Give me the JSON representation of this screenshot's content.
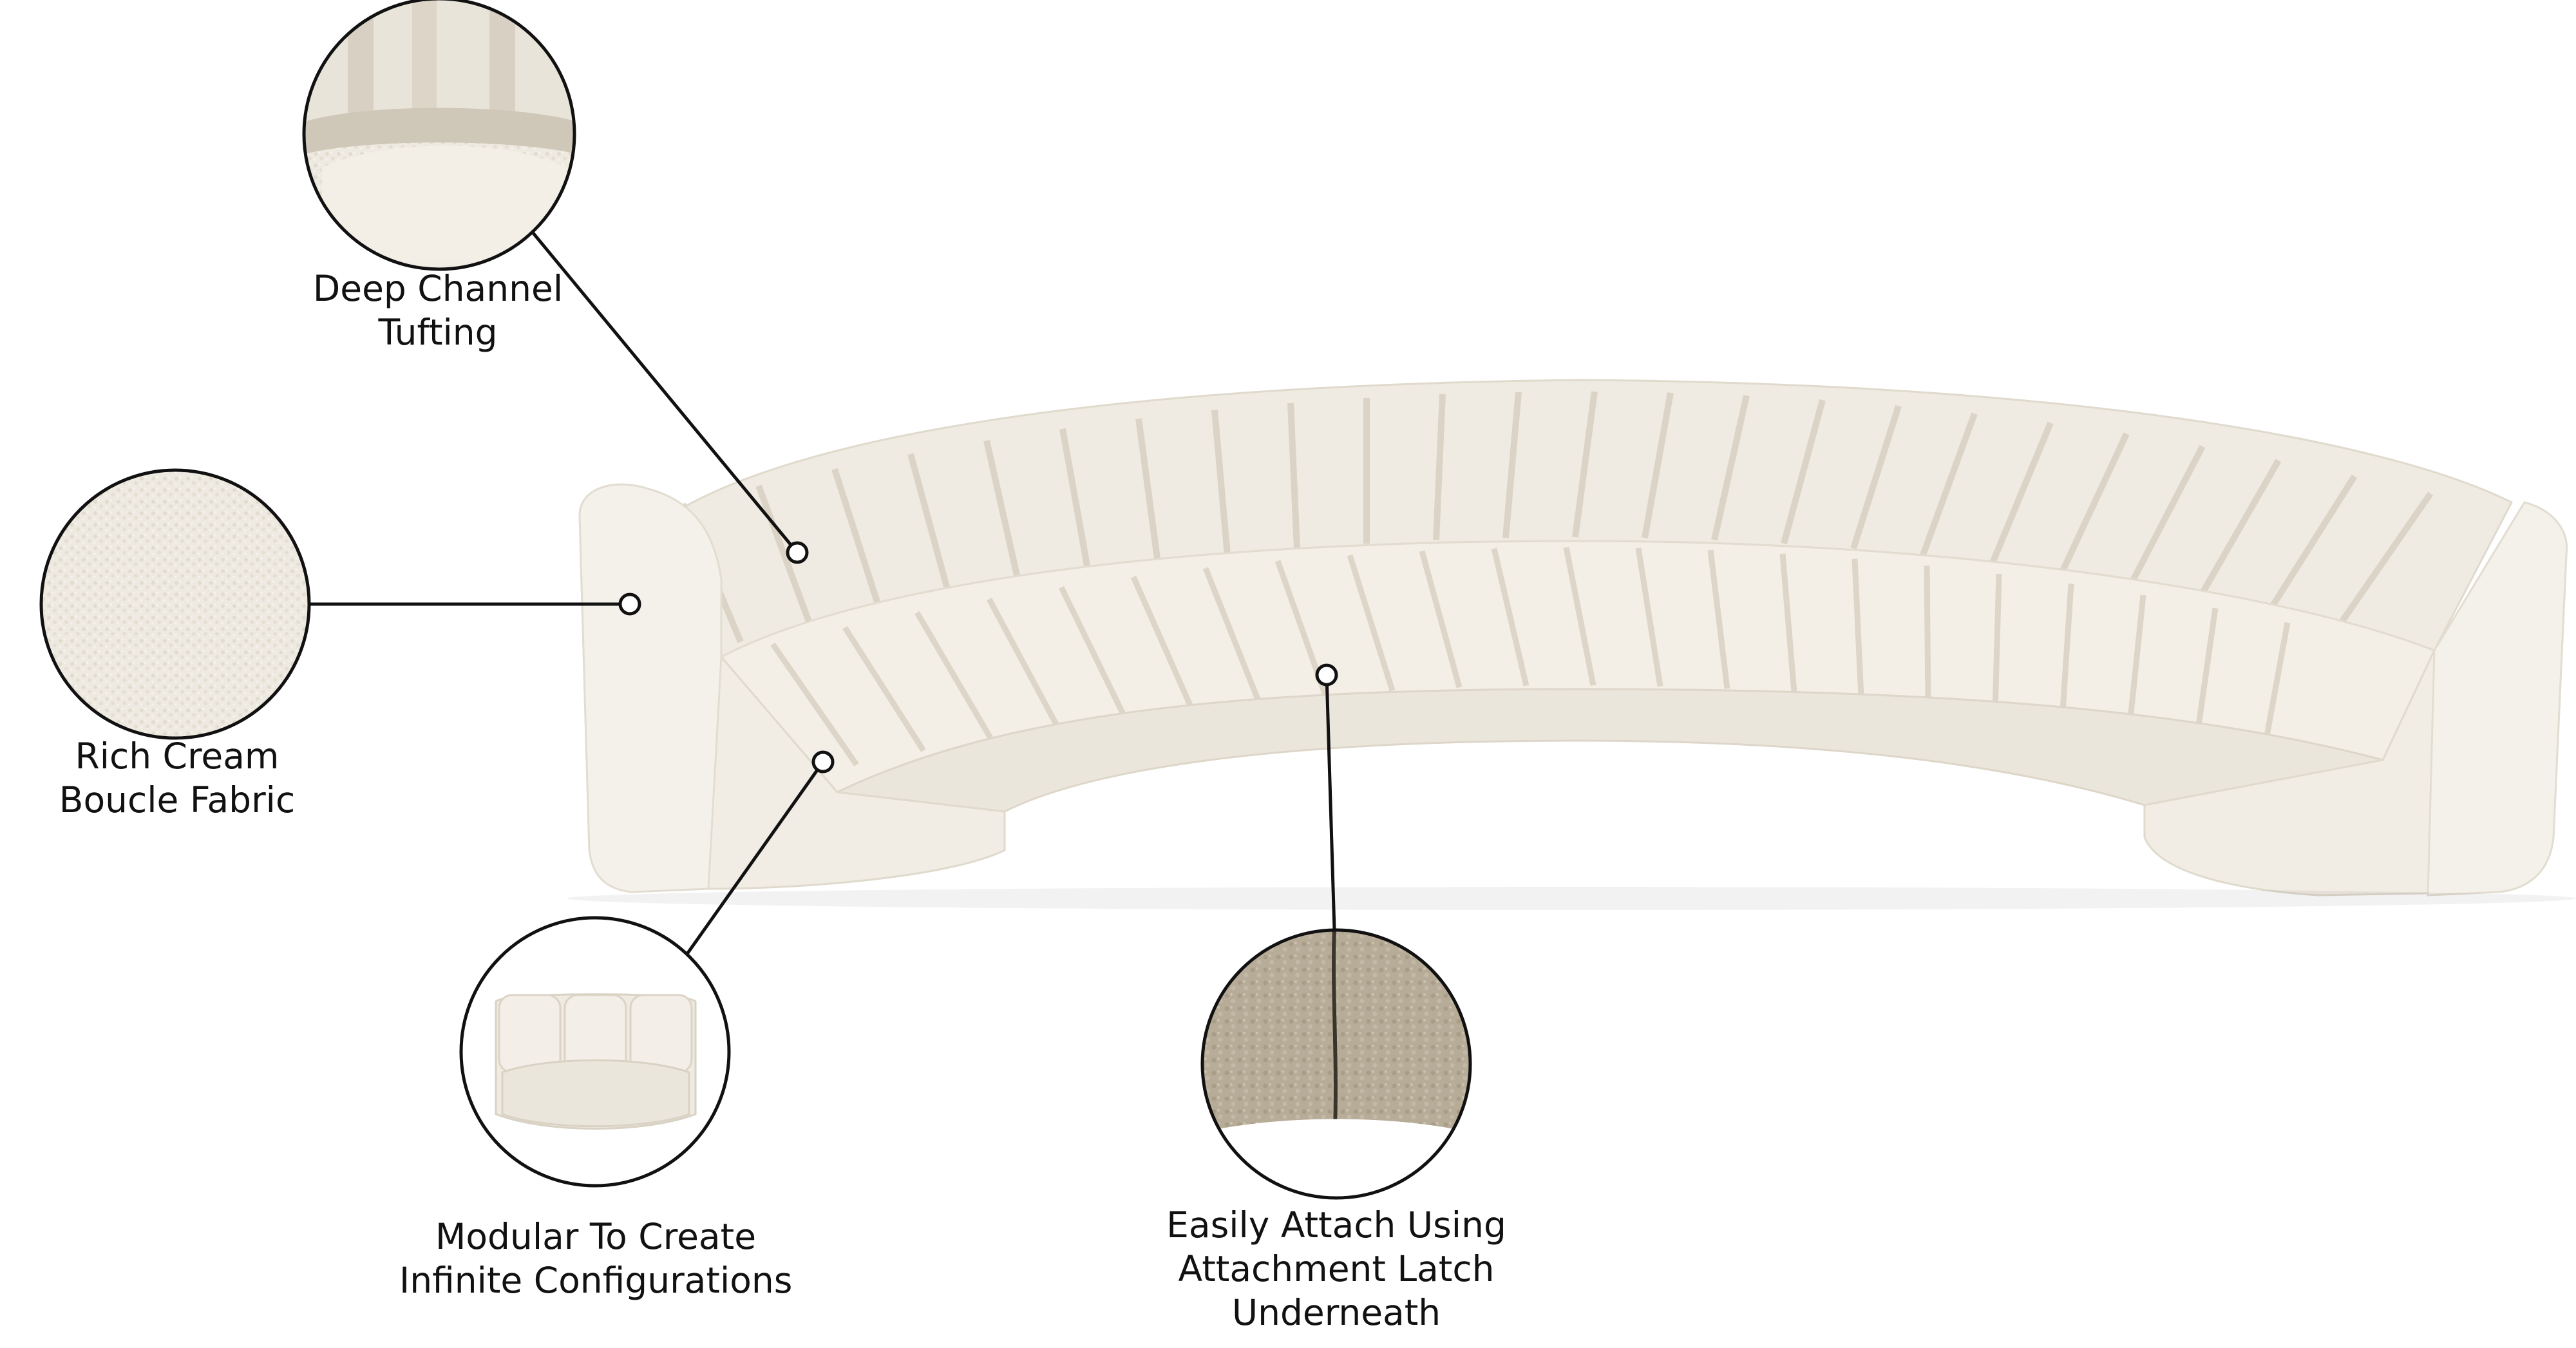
{
  "colors": {
    "background": "#ffffff",
    "fabric": "#f1ede4",
    "fabric_shadow": "#ddd6c9",
    "fabric_deep": "#c9c1b2",
    "line": "#111111",
    "swatch_tan": "#b9ae9a"
  },
  "callouts": {
    "tufting": {
      "icon": "channel-tufting-detail-icon",
      "line1": "Deep Channel",
      "line2": "Tufting"
    },
    "fabric": {
      "icon": "boucle-fabric-swatch-icon",
      "line1": "Rich Cream",
      "line2": "Boucle Fabric"
    },
    "modular": {
      "icon": "single-module-chair-icon",
      "line1": "Modular To Create",
      "line2": "Infinite Configurations"
    },
    "latch": {
      "icon": "attachment-seam-detail-icon",
      "line1": "Easily Attach Using",
      "line2": "Attachment Latch",
      "line3": "Underneath"
    }
  }
}
